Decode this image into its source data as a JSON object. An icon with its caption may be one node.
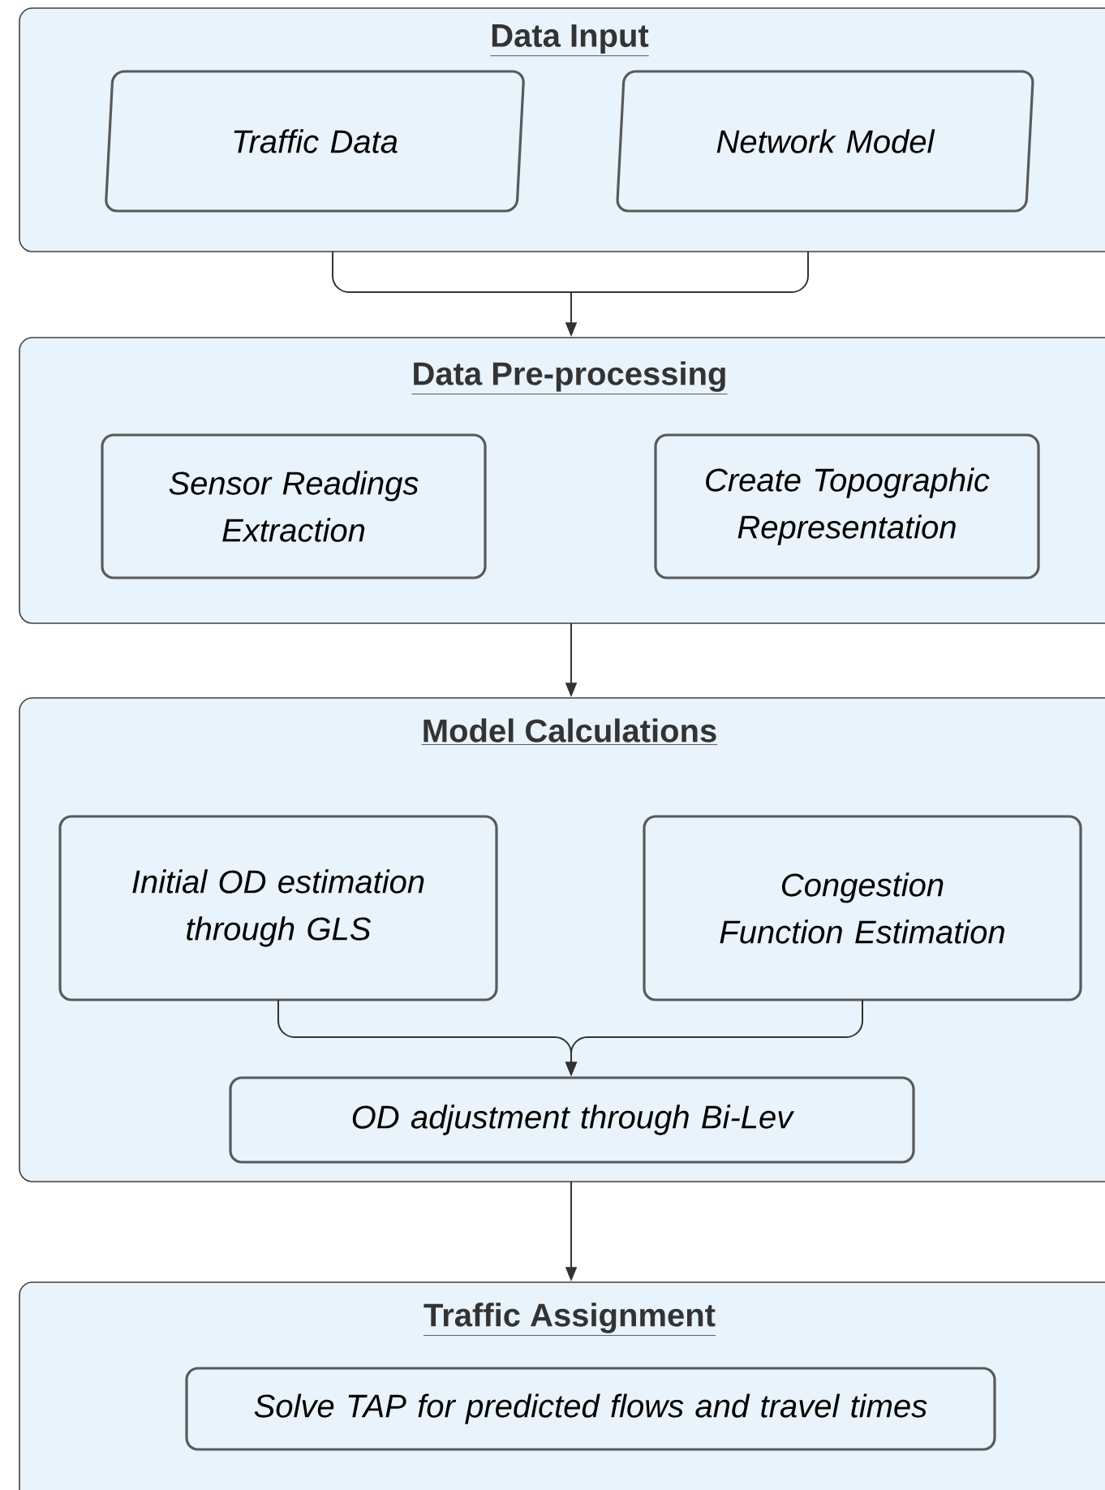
{
  "diagram": {
    "nodes": [
      {
        "text": [
          "Data Input"
        ]
      },
      {
        "text": [
          "Traffic Data"
        ],
        "in": 0
      },
      {
        "text": [
          "Network Model"
        ],
        "in": 0
      },
      {
        "text": [
          "Data Pre-processing"
        ]
      },
      {
        "text": [
          "Sensor Readings Extraction"
        ],
        "in": 3
      },
      {
        "text": [
          "Create Topographic Representation"
        ],
        "in": 3
      },
      {
        "text": [
          "Model Calculations"
        ]
      },
      {
        "text": [
          "Initial OD estimation through GLS"
        ],
        "in": 6
      },
      {
        "text": [
          "Congestion Function Estimation"
        ],
        "in": 6
      },
      {
        "text": [
          "OD adjustment through Bi-Lev"
        ],
        "in": 6
      },
      {
        "text": [
          "Traffic Assignment"
        ]
      },
      {
        "text": [
          "Solve TAP for predicted flows and travel times"
        ],
        "in": 10
      }
    ],
    "edges": [
      {
        "from": 0,
        "to": 3,
        "arrow": "to"
      },
      {
        "from": 3,
        "to": 6,
        "arrow": "to"
      },
      {
        "from": 7,
        "to": 9,
        "arrow": "to"
      },
      {
        "from": 8,
        "to": 9,
        "arrow": "to"
      },
      {
        "from": 6,
        "to": 10,
        "arrow": "to"
      }
    ]
  }
}
